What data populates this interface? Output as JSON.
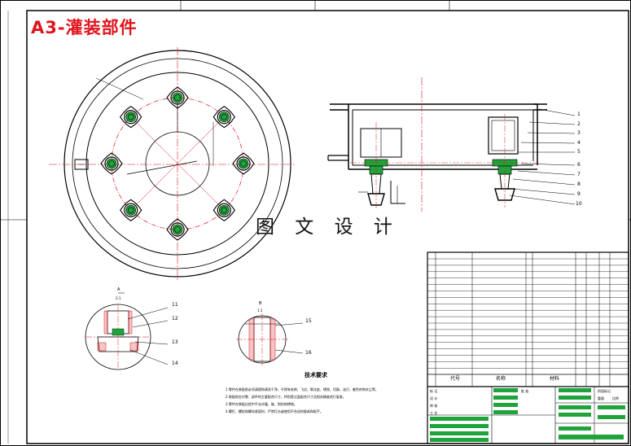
{
  "title": "A3-灌装部件",
  "watermark": "图 文 设 计",
  "colors": {
    "red": "#e0141c",
    "green": "#1fa33a",
    "line": "#000000"
  },
  "callouts_main": [
    "1",
    "2",
    "3",
    "4",
    "5",
    "6",
    "7",
    "8",
    "9",
    "10"
  ],
  "detail_a": {
    "label": "A",
    "scale": "2:1",
    "callouts": [
      "11",
      "12",
      "13",
      "14"
    ]
  },
  "detail_b": {
    "label": "B",
    "scale": "1:1",
    "callouts": [
      "15",
      "16"
    ]
  },
  "tech_req": {
    "title": "技术要求",
    "lines": [
      "1.零件在装配前必须清理和清洗干净，不得有毛刺、飞边、氧化皮、锈蚀、切屑、油污、着色剂和灰尘等。",
      "2.装配前应对零、部件的主要配合尺寸，特别是过盈配合尺寸及相关精度进行复查。",
      "3.零件在装配过程中不允许磕、碰、划伤和锈蚀。",
      "4.螺钉、螺栓和螺母紧固时，严禁打击或使用不合适的旋具和扳手。"
    ]
  },
  "bom_header": {
    "no": "代号",
    "name": "名称",
    "material": "材料"
  },
  "footer_cells": {
    "f1": "标 记",
    "f2": "设 计",
    "f3": "审 核",
    "f4": "工 艺",
    "f5": "批 准",
    "f6": "阶段标记",
    "f7": "重量",
    "f8": "比例"
  }
}
